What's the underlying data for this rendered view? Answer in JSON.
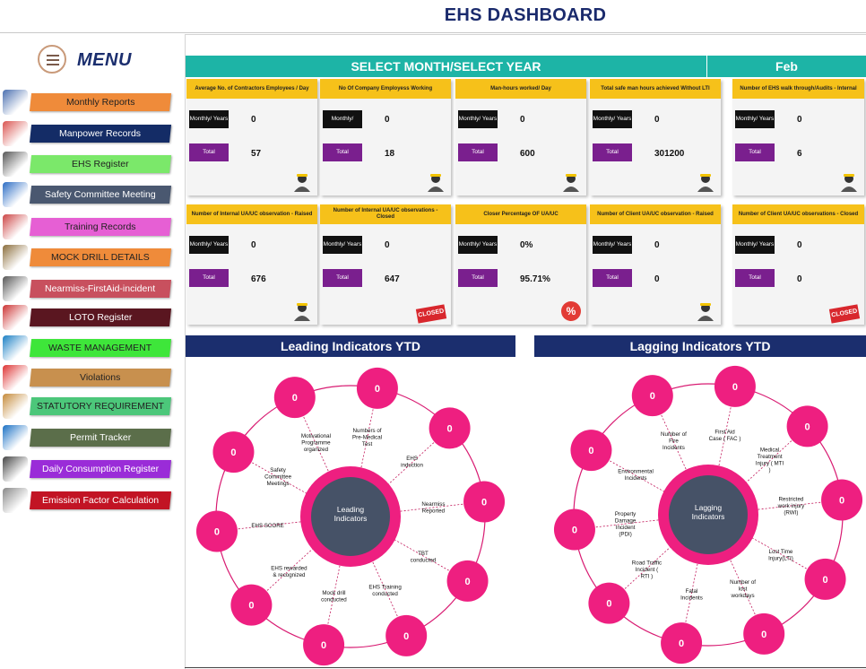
{
  "title": "EHS DASHBOARD",
  "menu": {
    "title": "MENU",
    "items": [
      {
        "label": "Monthly Reports",
        "bg": "#ef8b3a",
        "fg": "#222222",
        "icon": "report-icon"
      },
      {
        "label": "Manpower Records",
        "bg": "#142c66",
        "fg": "#ffffff",
        "icon": "manpower-icon"
      },
      {
        "label": "EHS Register",
        "bg": "#7be86a",
        "fg": "#222222",
        "icon": "register-icon"
      },
      {
        "label": "Safety Committee Meeting",
        "bg": "#4a5870",
        "fg": "#ffffff",
        "icon": "meeting-icon"
      },
      {
        "label": "Training Records",
        "bg": "#e65fd4",
        "fg": "#222222",
        "icon": "training-icon"
      },
      {
        "label": "MOCK DRILL DETAILS",
        "bg": "#ef8b3a",
        "fg": "#222222",
        "icon": "drill-icon"
      },
      {
        "label": "Nearmiss-FirstAid-incident",
        "bg": "#c8505e",
        "fg": "#ffffff",
        "icon": "incident-icon"
      },
      {
        "label": "LOTO Register",
        "bg": "#5a1620",
        "fg": "#ffffff",
        "icon": "loto-icon"
      },
      {
        "label": "WASTE MANAGEMENT",
        "bg": "#3ee63a",
        "fg": "#222222",
        "icon": "recycle-icon"
      },
      {
        "label": "Violations",
        "bg": "#c8904e",
        "fg": "#222222",
        "icon": "violation-icon"
      },
      {
        "label": "STATUTORY REQUIREMENT",
        "bg": "#4cc77a",
        "fg": "#222222",
        "icon": "statutory-icon"
      },
      {
        "label": "Permit Tracker",
        "bg": "#5b6e4a",
        "fg": "#ffffff",
        "icon": "permit-icon"
      },
      {
        "label": "Daily Consumption Register",
        "bg": "#9a2cd8",
        "fg": "#ffffff",
        "icon": "consumption-icon"
      },
      {
        "label": "Emission Factor Calculation",
        "bg": "#c21424",
        "fg": "#ffffff",
        "icon": "emission-icon"
      }
    ]
  },
  "select_bar": {
    "label": "SELECT MONTH/SELECT YEAR",
    "month": "Feb"
  },
  "cards": [
    {
      "title": "Average No. of Contractors Employees / Day",
      "lbl1": "Monthly/ Years",
      "lbl2": "Total",
      "v1": "0",
      "v2": "57",
      "icon": "worker-icon"
    },
    {
      "title": "No Of Company Employess Working",
      "lbl1": "Monthly/",
      "lbl2": "Total",
      "v1": "0",
      "v2": "18",
      "icon": "team-icon"
    },
    {
      "title": "Man-hours worked/ Day",
      "lbl1": "Monthly/ Years",
      "lbl2": "Total",
      "v1": "0",
      "v2": "600",
      "icon": "hardhat-icon"
    },
    {
      "title": "Total safe man hours achieved Without LTI",
      "lbl1": "Monthly/ Years",
      "lbl2": "Total",
      "v1": "0",
      "v2": "301200",
      "icon": "clock-person-icon"
    },
    {
      "title": "Number of EHS walk through/Audits - Internal",
      "lbl1": "Monthly/ Years",
      "lbl2": "Total",
      "v1": "0",
      "v2": "6",
      "icon": "audit-icon"
    },
    {
      "title": "Number of Internal UA/UC  observation - Raised",
      "lbl1": "Monthly/ Years",
      "lbl2": "Total",
      "v1": "0",
      "v2": "676",
      "icon": "observer-icon"
    },
    {
      "title": "Number of Internal UA/UC observations - Closed",
      "lbl1": "Monthly/ Years",
      "lbl2": "Total",
      "v1": "0",
      "v2": "647",
      "icon": "closed-sign-icon"
    },
    {
      "title": "Closer Percentage OF UA/UC",
      "lbl1": "Monthly/ Years",
      "lbl2": "Total",
      "v1": "0%",
      "v2": "95.71%",
      "icon": "percent-icon"
    },
    {
      "title": "Number of Client UA/UC  observation - Raised",
      "lbl1": "Monthly/ Years",
      "lbl2": "Total",
      "v1": "0",
      "v2": "0",
      "icon": "observer-icon"
    },
    {
      "title": "Number of Client UA/UC  observations - Closed",
      "lbl1": "Monthly/ Years",
      "lbl2": "Total",
      "v1": "0",
      "v2": "0",
      "icon": "closed-sign-icon"
    }
  ],
  "closed_sign_text": "CLOSED",
  "leading": {
    "title": "Leading Indicators YTD",
    "center": "Leading Indicators",
    "nodes": [
      {
        "label": "Numbers of Pre-Medical Test",
        "value": "0"
      },
      {
        "label": "EHS induction",
        "value": "0"
      },
      {
        "label": "Nearmiss Reported",
        "value": "0"
      },
      {
        "label": "TBT conducted",
        "value": "0"
      },
      {
        "label": "EHS Training conducted",
        "value": "0"
      },
      {
        "label": "Mock drill conducted",
        "value": "0"
      },
      {
        "label": "EHS rewarded & recognized",
        "value": "0"
      },
      {
        "label": "EHS SCORE",
        "value": "0"
      },
      {
        "label": "Safety Committee Meetings",
        "value": "0"
      },
      {
        "label": "Motivational Programme organized",
        "value": "0"
      }
    ]
  },
  "lagging": {
    "title": "Lagging Indicators YTD",
    "center": "Lagging Indicators",
    "nodes": [
      {
        "label": "First Aid Case ( FAC )",
        "value": "0"
      },
      {
        "label": "Medical Treatment Injury ( MTI )",
        "value": "0"
      },
      {
        "label": "Restricted work injury (RWI)",
        "value": "0"
      },
      {
        "label": "Lost Time Injury(LTI)",
        "value": "0"
      },
      {
        "label": "Number of lost workdays",
        "value": "0"
      },
      {
        "label": "Fatal Incidents",
        "value": "0"
      },
      {
        "label": "Road Traffic Incident ( RTI )",
        "value": "0"
      },
      {
        "label": "Property Damage Incident (PDI)",
        "value": "0"
      },
      {
        "label": "Environmental Incidents",
        "value": "0"
      },
      {
        "label": "Number of Fire Incidents",
        "value": "0"
      }
    ]
  },
  "colors": {
    "teal": "#1db4a6",
    "navy": "#1b2e6e",
    "yellow": "#f6c11a",
    "purple": "#7a1f8e",
    "pink": "#ee1f80",
    "slate": "#465267"
  }
}
